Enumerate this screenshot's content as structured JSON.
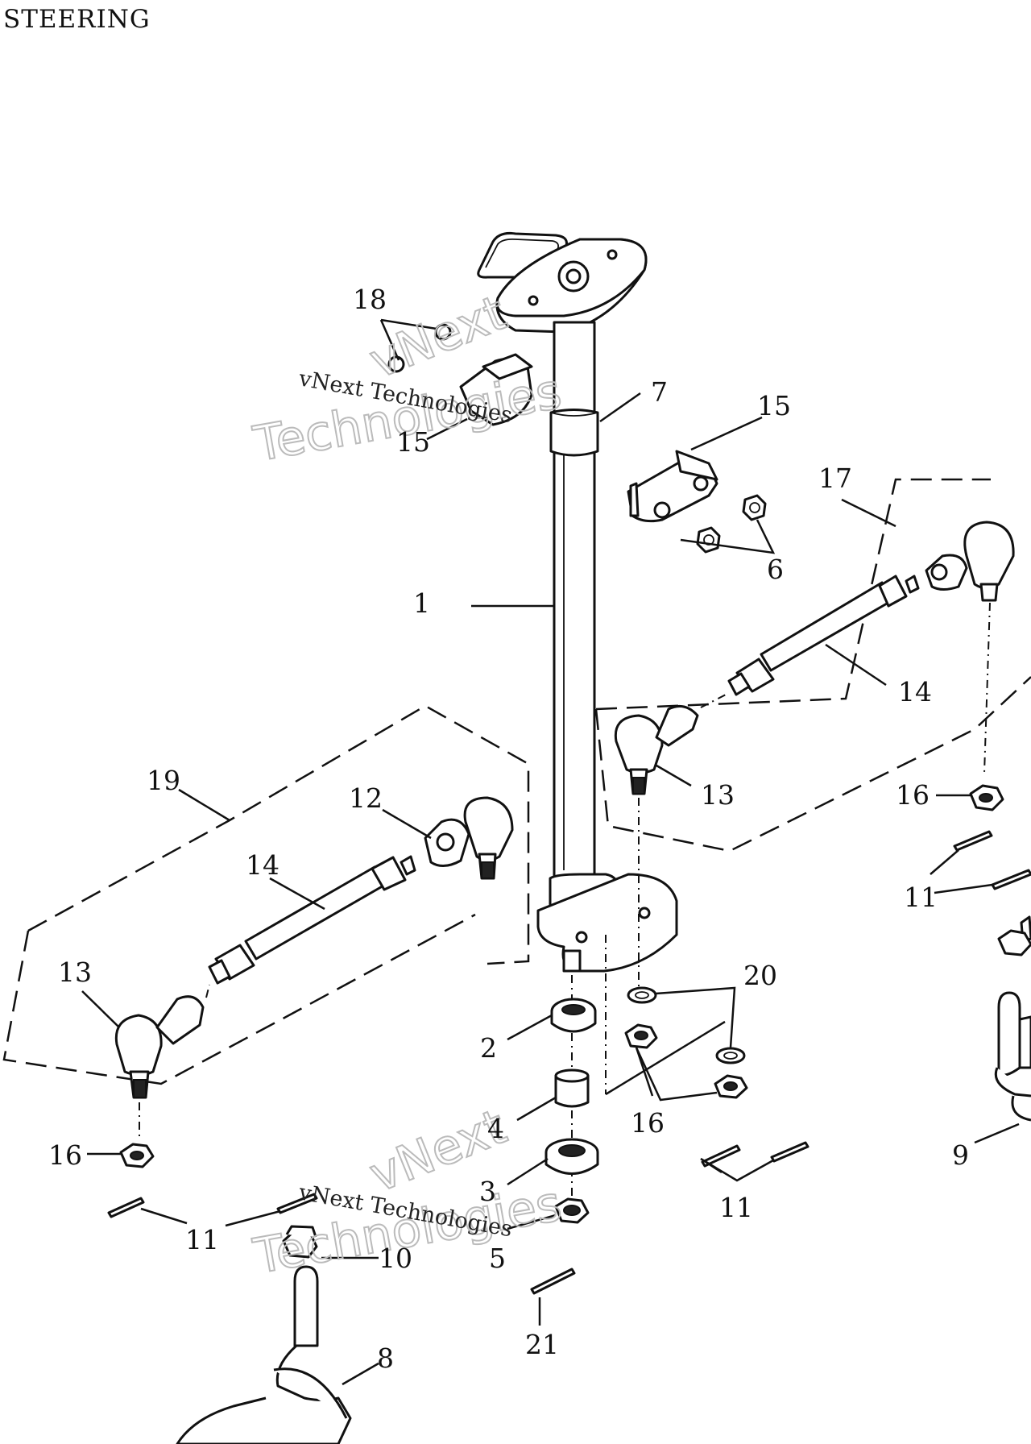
{
  "diagram": {
    "title": "STEERING",
    "watermark": {
      "line": "vNext Technologies",
      "outline_top": "vNext",
      "outline_bottom": "Technologies"
    },
    "callouts": [
      {
        "id": "c-18",
        "label": "18"
      },
      {
        "id": "c-15a",
        "label": "15"
      },
      {
        "id": "c-7",
        "label": "7"
      },
      {
        "id": "c-15b",
        "label": "15"
      },
      {
        "id": "c-17",
        "label": "17"
      },
      {
        "id": "c-6",
        "label": "6"
      },
      {
        "id": "c-1",
        "label": "1"
      },
      {
        "id": "c-14a",
        "label": "14"
      },
      {
        "id": "c-13a",
        "label": "13"
      },
      {
        "id": "c-16a",
        "label": "16"
      },
      {
        "id": "c-19",
        "label": "19"
      },
      {
        "id": "c-12",
        "label": "12"
      },
      {
        "id": "c-14b",
        "label": "14"
      },
      {
        "id": "c-13b",
        "label": "13"
      },
      {
        "id": "c-11a",
        "label": "11"
      },
      {
        "id": "c-20",
        "label": "20"
      },
      {
        "id": "c-2",
        "label": "2"
      },
      {
        "id": "c-16b",
        "label": "16"
      },
      {
        "id": "c-4",
        "label": "4"
      },
      {
        "id": "c-9",
        "label": "9"
      },
      {
        "id": "c-16c",
        "label": "16"
      },
      {
        "id": "c-3",
        "label": "3"
      },
      {
        "id": "c-11b",
        "label": "11"
      },
      {
        "id": "c-11c",
        "label": "11"
      },
      {
        "id": "c-10",
        "label": "10"
      },
      {
        "id": "c-5",
        "label": "5"
      },
      {
        "id": "c-21",
        "label": "21"
      },
      {
        "id": "c-8",
        "label": "8"
      }
    ]
  }
}
